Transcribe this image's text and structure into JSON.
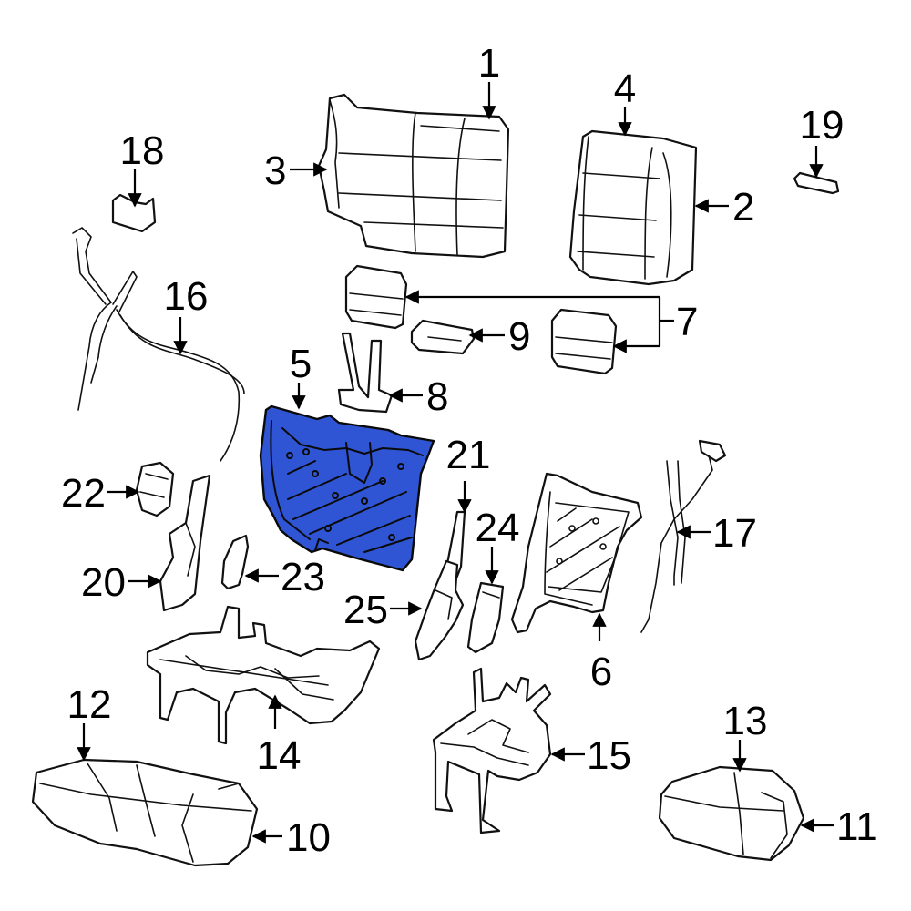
{
  "highlight_color": "#2f55d4",
  "callouts": {
    "c1": "1",
    "c2": "2",
    "c3": "3",
    "c4": "4",
    "c5": "5",
    "c6": "6",
    "c7": "7",
    "c8": "8",
    "c9": "9",
    "c10": "10",
    "c11": "11",
    "c12": "12",
    "c13": "13",
    "c14": "14",
    "c15": "15",
    "c16": "16",
    "c17": "17",
    "c18": "18",
    "c19": "19",
    "c20": "20",
    "c21": "21",
    "c22": "22",
    "c23": "23",
    "c24": "24",
    "c25": "25"
  }
}
